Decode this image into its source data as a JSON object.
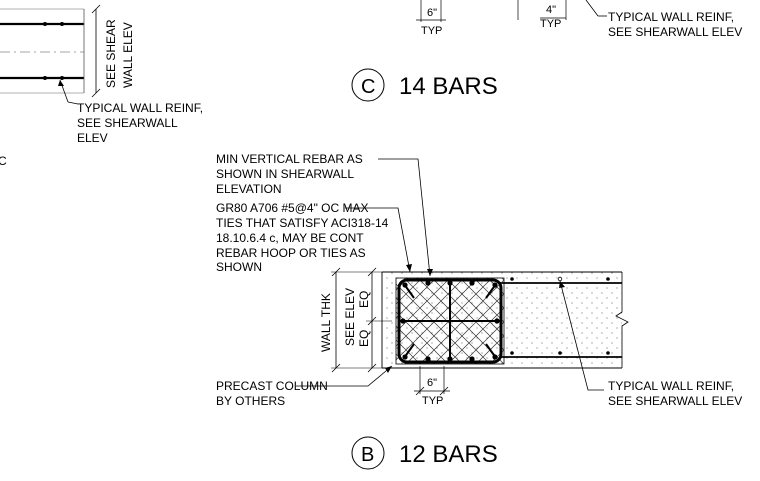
{
  "details": [
    {
      "key": "C",
      "title": "14 BARS",
      "notes": {
        "shear_elev": [
          "SEE SHEAR",
          "WALL ELEV"
        ],
        "typical_reinf_left": [
          "TYPICAL WALL REINF,",
          "SEE SHEARWALL",
          "ELEV"
        ],
        "typical_reinf_right": [
          "TYPICAL WALL REINF,",
          "SEE SHEARWALL ELEV"
        ]
      },
      "dimensions": {
        "six_in": "6\"",
        "four_in": "4\"",
        "typ": "TYP"
      }
    },
    {
      "key": "B",
      "title": "12 BARS",
      "notes": {
        "min_vertical_rebar": [
          "MIN VERTICAL REBAR AS",
          "SHOWN IN SHEARWALL",
          "ELEVATION"
        ],
        "ties": [
          "GR80 A706 #5@4\" OC MAX",
          "TIES THAT SATISFY ACI318-14",
          "18.10.6.4 c, MAY BE CONT",
          "REBAR HOOP OR TIES AS",
          "SHOWN"
        ],
        "precast_column": [
          "PRECAST COLUMN",
          "BY OTHERS"
        ],
        "typical_reinf": [
          "TYPICAL WALL REINF,",
          "SEE SHEARWALL ELEV"
        ],
        "wall_thk": "WALL THK",
        "see_elev": "SEE ELEV",
        "eq": "EQ"
      },
      "dimensions": {
        "six_in": "6\"",
        "typ": "TYP"
      }
    }
  ],
  "fragment_left_mark": "C"
}
